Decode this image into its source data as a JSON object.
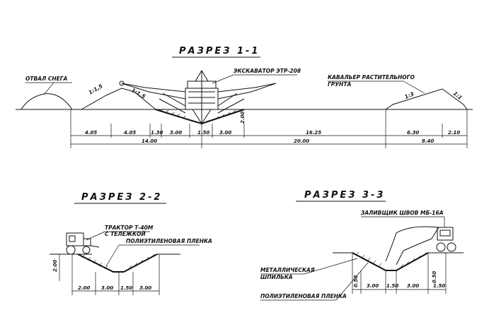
{
  "sections": {
    "s1": {
      "title": "РАЗРЕЗ 1-1",
      "labels": {
        "snow_dump": "ОТВАЛ СНЕГА",
        "excavator": "ЭКСКАВАТОР ЭТР-208",
        "cavalier_line1": "КАВАЛЬЕР РАСТИТЕЛЬНОГО",
        "cavalier_line2": "ГРУНТА"
      },
      "slopes": [
        "1:1,5",
        "1:1,5",
        "1:3",
        "1:1"
      ],
      "dims_row1": [
        "4.05",
        "4.05",
        "1.30",
        "3.00",
        "1.50",
        "3.00",
        "16.25",
        "6.30",
        "2.10"
      ],
      "dims_row2": [
        "14.00",
        "20.00",
        "8.40"
      ],
      "depth": "2.00"
    },
    "s2": {
      "title": "РАЗРЕЗ 2-2",
      "labels": {
        "tractor": "ТРАКТОР Т-40М",
        "trolley": "С ТЕЛЕЖКОЙ",
        "film": "ПОЛИЭТИЛЕНОВАЯ ПЛЕНКА"
      },
      "depth": "2.00",
      "dims": [
        "2.00",
        "3.00",
        "1.50",
        "3.00"
      ]
    },
    "s3": {
      "title": "РАЗРЕЗ 3-3",
      "labels": {
        "joint_filler": "ЗАЛИВЩИК ШВОВ МБ-16А",
        "pin_line1": "МЕТАЛЛИЧЕСКАЯ",
        "pin_line2": "ШПИЛЬКА",
        "film": "ПОЛИЭТИЛЕНОВАЯ ПЛЕНКА"
      },
      "dims": [
        "0.50",
        "3.00",
        "1.50",
        "3.00",
        "0.50",
        "1.50"
      ]
    }
  }
}
